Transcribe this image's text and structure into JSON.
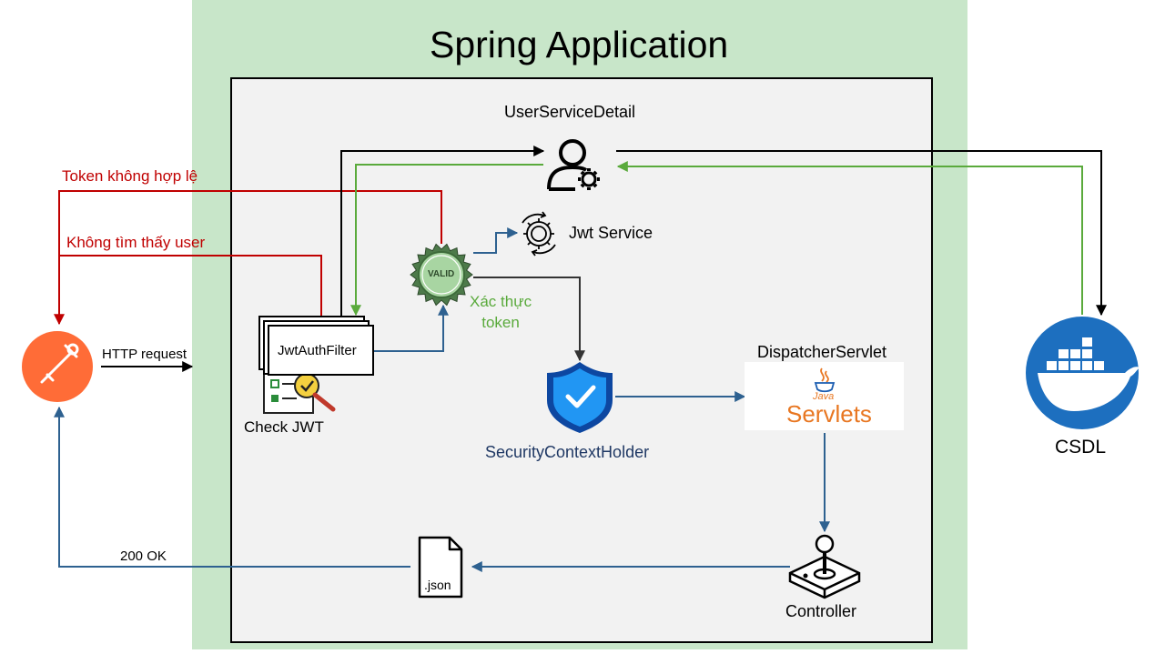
{
  "title": "Spring Application",
  "labels": {
    "user_service": "UserServiceDetail",
    "jwt_service": "Jwt Service",
    "verify_token": "Xác thực\ntoken",
    "jwt_filter": "JwtAuthFilter",
    "check_jwt": "Check JWT",
    "security_context": "SecurityContextHolder",
    "dispatcher": "DispatcherServlet",
    "servlets_small": "Java",
    "servlets_big": "Servlets",
    "controller": "Controller",
    "json_file": ".json",
    "database": "CSDL",
    "valid_badge": "VALID"
  },
  "arrows": {
    "invalid_token": "Token không hợp lệ",
    "user_not_found": "Không tìm thấy user",
    "http_request": "HTTP request",
    "ok_response": "200 OK"
  },
  "colors": {
    "app_bg": "#c8e6c9",
    "inner_bg": "#f2f2f2",
    "error": "#c00000",
    "success": "#5aaa3c",
    "flow": "#2e6190",
    "black": "#000000",
    "postman": "#ff6c37",
    "docker": "#1d6fbf",
    "shield": "#1565c0",
    "servlet_orange": "#e87722"
  },
  "icons": {
    "postman": "postman-logo-icon",
    "user_service": "user-gear-icon",
    "jwt_service": "gear-cycle-icon",
    "valid": "valid-badge-icon",
    "filter": "document-check-icon",
    "shield": "shield-check-icon",
    "controller": "joystick-icon",
    "json": "json-file-icon",
    "database": "docker-whale-icon"
  }
}
